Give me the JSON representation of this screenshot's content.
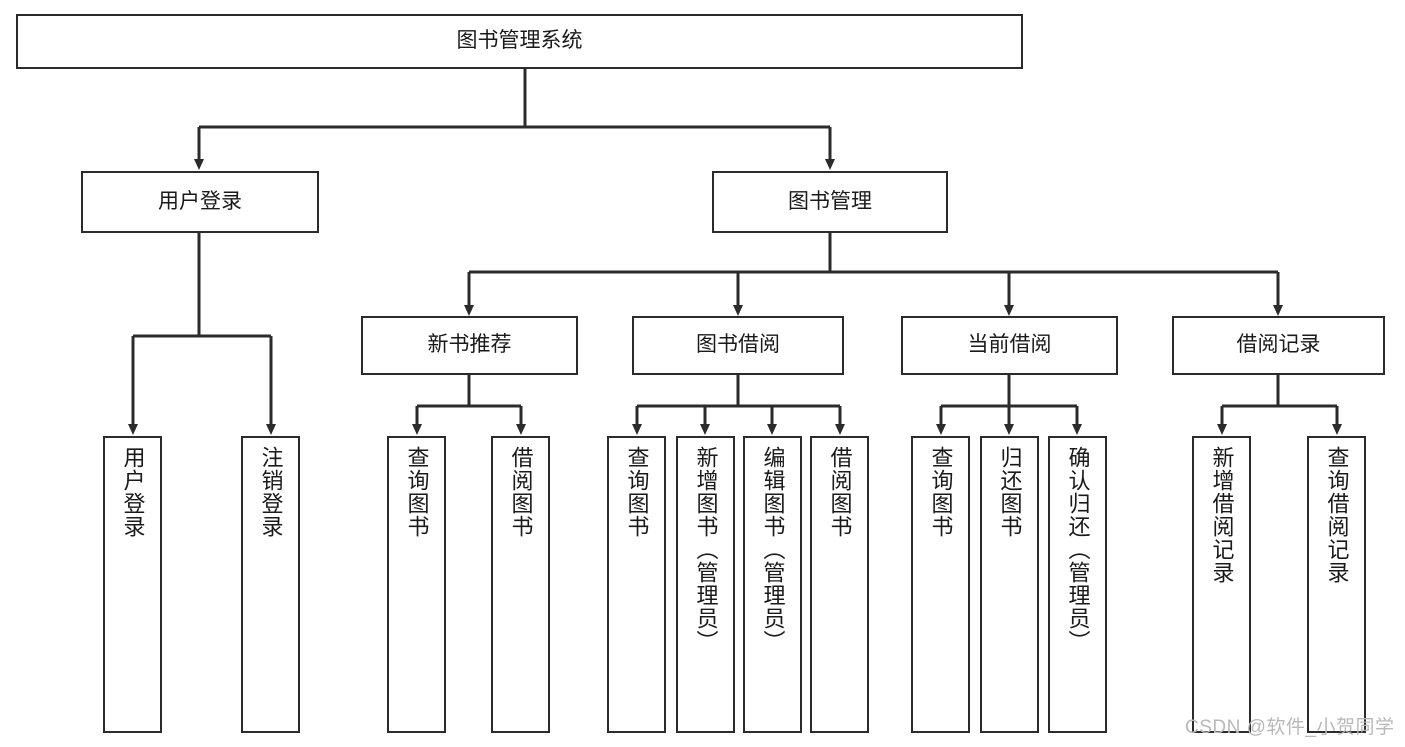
{
  "diagram": {
    "title": "图书管理系统",
    "type": "hierarchy-tree",
    "levels": [
      {
        "level": 1,
        "nodes": [
          {
            "id": "root",
            "label": "图书管理系统",
            "orientation": "horizontal"
          }
        ]
      },
      {
        "level": 2,
        "nodes": [
          {
            "id": "login",
            "label": "用户登录",
            "orientation": "horizontal"
          },
          {
            "id": "bookmgmt",
            "label": "图书管理",
            "orientation": "horizontal"
          }
        ]
      },
      {
        "level": 3,
        "nodes": [
          {
            "id": "newbook",
            "label": "新书推荐",
            "orientation": "horizontal"
          },
          {
            "id": "borrow",
            "label": "图书借阅",
            "orientation": "horizontal"
          },
          {
            "id": "current",
            "label": "当前借阅",
            "orientation": "horizontal"
          },
          {
            "id": "records",
            "label": "借阅记录",
            "orientation": "horizontal"
          }
        ]
      },
      {
        "level": 4,
        "nodes": [
          {
            "id": "leaf-1",
            "label": "用户登录",
            "parent": "login",
            "orientation": "vertical"
          },
          {
            "id": "leaf-2",
            "label": "注销登录",
            "parent": "login",
            "orientation": "vertical"
          },
          {
            "id": "leaf-3",
            "label": "查询图书",
            "parent": "newbook",
            "orientation": "vertical"
          },
          {
            "id": "leaf-4",
            "label": "借阅图书",
            "parent": "newbook",
            "orientation": "vertical"
          },
          {
            "id": "leaf-5",
            "label": "查询图书",
            "parent": "borrow",
            "orientation": "vertical"
          },
          {
            "id": "leaf-6",
            "label": "新增图书（管理员）",
            "parent": "borrow",
            "orientation": "vertical"
          },
          {
            "id": "leaf-7",
            "label": "编辑图书（管理员）",
            "parent": "borrow",
            "orientation": "vertical"
          },
          {
            "id": "leaf-8",
            "label": "借阅图书",
            "parent": "borrow",
            "orientation": "vertical"
          },
          {
            "id": "leaf-9",
            "label": "查询图书",
            "parent": "current",
            "orientation": "vertical"
          },
          {
            "id": "leaf-10",
            "label": "归还图书",
            "parent": "current",
            "orientation": "vertical"
          },
          {
            "id": "leaf-11",
            "label": "确认归还（管理员）",
            "parent": "current",
            "orientation": "vertical"
          },
          {
            "id": "leaf-12",
            "label": "新增借阅记录",
            "parent": "records",
            "orientation": "vertical"
          },
          {
            "id": "leaf-13",
            "label": "查询借阅记录",
            "parent": "records",
            "orientation": "vertical"
          }
        ]
      }
    ],
    "colors": {
      "border": "#2b2b2b",
      "text": "#1a1a1a",
      "background": "#ffffff",
      "watermark": "#b9b9b9"
    }
  },
  "watermark": {
    "text": "CSDN @软件_小贺同学"
  }
}
